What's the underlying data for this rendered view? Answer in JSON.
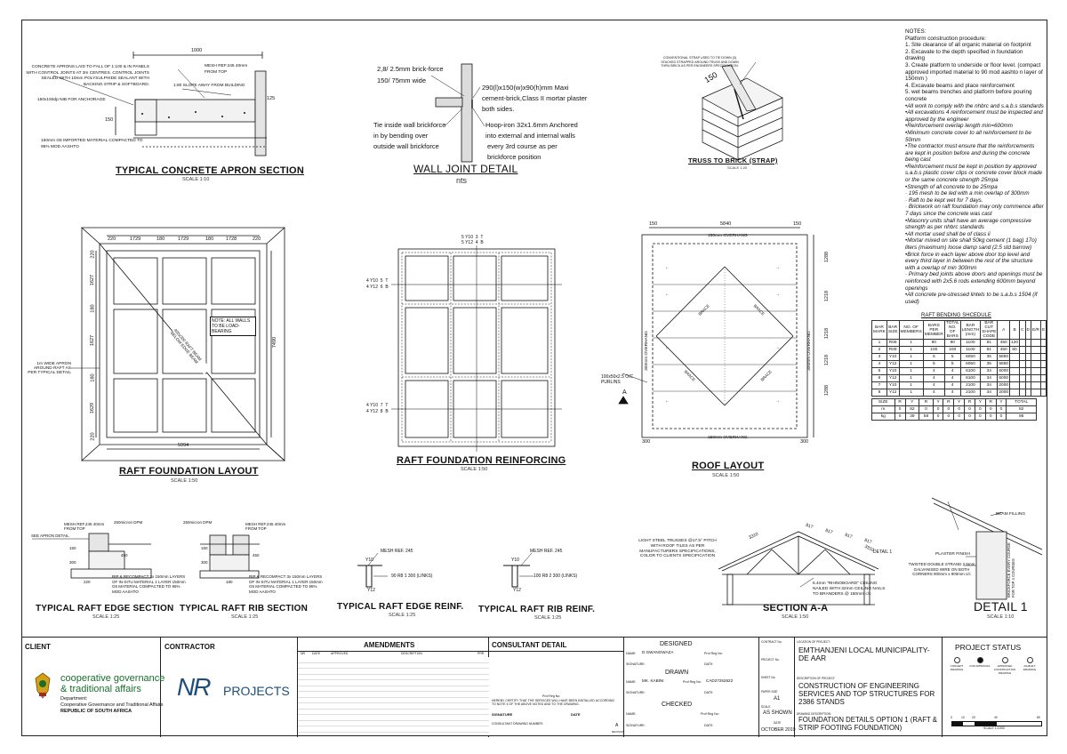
{
  "drawings": {
    "apron": {
      "title": "TYPICAL CONCRETE APRON SECTION",
      "scale": "SCALE 1:10",
      "dim_top": "1000",
      "dim_side": "150",
      "dim_right": "125",
      "labels": [
        "CONCRETE APRONS LAID TO FALL OF 1:100 & IN PANELS WITH CONTROL JOINTS AT 3m CENTRES. CONTROL JOINTS SEALED WITH 10mm POLYSULPHIDE SEALANT WITH BACKING STRIP & SOFTBOARD.",
        "MESH REF.245 40mm FROM TOP",
        "1:80 SLOPE AWAY FROM BUILDING",
        "150x150dp NIB FOR ANCHORAGE",
        "150mm G5 IMPORTED MATERIAL COMPACTED TO 95% MOD AASHTO"
      ]
    },
    "wall_joint": {
      "title": "WALL JOINT DETAIL",
      "scale": "nts",
      "labels": [
        "2,8/ 2.5mm brick-force",
        "150/ 75mm wide",
        "290(l)x150(w)x90(h)mm Maxi",
        "cement-brick,Class II mortar plaster",
        "both sides.",
        "Tie inside wall brickforce",
        "in by bending over",
        "outside wall brickforce",
        "Hoop-iron 32x1.6mm Anchored",
        "into external and internal walls",
        "every 3rd course as per",
        "brickforce position"
      ]
    },
    "truss": {
      "title": "TRUSS TO BRICK (STRAP)",
      "scale": "SCALE 1:20",
      "dim": "150",
      "labels": [
        "CONVENTIONAL STRAP USED TO TIE DOWN (3) STACKED STRAPPED AROUND TRUSS AND DOWN THRU BRICK AS PER ENGINEERS SPECIFICATION."
      ]
    },
    "raft_layout": {
      "title": "RAFT FOUNDATION LAYOUT",
      "scale": "SCALE 1:50",
      "top_dims": [
        "220",
        "1729",
        "180",
        "1729",
        "180",
        "1728",
        "220"
      ],
      "left_dims": [
        "220",
        "1627",
        "180",
        "1627",
        "180",
        "1629",
        "220"
      ],
      "bottom_dim": "5994",
      "right_dim": "7490",
      "note": "NOTE: ALL WALLS TO BE LOAD-BEARING",
      "diag_note": "400x300 RAFT BEAM BELOW EDGE BEAM",
      "apron_note": "1m WIDE APRON AROUND RAFT AS PER TYPICAL DETAIL"
    },
    "raft_reinforcing": {
      "title": "RAFT FOUNDATION REINFORCING",
      "scale": "SCALE 1:50",
      "top_tag": [
        "5 Y10",
        "3",
        "T"
      ],
      "top_tag2": [
        "5 Y12",
        "4",
        "B"
      ],
      "left_tags": [
        [
          "4 Y10",
          "5",
          "T"
        ],
        [
          "4 Y12",
          "6",
          "B"
        ],
        [
          "4 Y10",
          "7",
          "T"
        ],
        [
          "4 Y12",
          "8",
          "B"
        ]
      ]
    },
    "roof": {
      "title": "ROOF LAYOUT",
      "scale": "SCALE 1:50",
      "top_dims": [
        "150",
        "5840",
        "150"
      ],
      "overhang_top": "150mm OVERHANG",
      "overhang_bottom": "150mm OVERHANG",
      "overhang_left": "300mm OVERHANG",
      "overhang_right": "300mm OVERHANG",
      "right_dims": [
        "1288",
        "1218",
        "1218",
        "1218",
        "1288"
      ],
      "bottom_dims": [
        "300",
        "300"
      ],
      "purlin_note": "100x50x2.5 O/C PURLINS",
      "section_marker": "A",
      "brace_labels": [
        "BRACE",
        "BRACE",
        "BRACE",
        "BRACE"
      ]
    },
    "raft_edge": {
      "title": "TYPICAL RAFT EDGE SECTION",
      "scale": "SCALE 1:25",
      "labels": [
        "MESH REF.245 40mm FROM TOP",
        "250micron DPM",
        "SEE APRON DETAIL",
        "RIP & RECOMPACT 3x 150mm LAYERS OF IN-SITU MATERIAL 1 LAYER 150mm G5 MATERIAL COMPACTED TO 95% MOD AASHTO"
      ],
      "dims": [
        "150",
        "300",
        "220",
        "450"
      ]
    },
    "raft_rib": {
      "title": "TYPICAL RAFT RIB SECTION",
      "scale": "SCALE 1:25",
      "labels": [
        "250micron DPM",
        "MESH REF.245 40mm FROM TOP",
        "RIP & RECOMPACT 3x 150mm LAYERS OF IN-SITU MATERIAL 1 LAYER 150mm G5 MATERIAL COMPACTED TO 95% MOD AASHTO"
      ],
      "dims": [
        "150",
        "300",
        "180",
        "450"
      ]
    },
    "edge_reinf": {
      "title": "TYPICAL RAFT EDGE REINF.",
      "scale": "SCALE 1:25",
      "labels": [
        "MESH REF. 245",
        "Y10",
        "Y12",
        "90 R8    1   300 (LINKS)"
      ]
    },
    "rib_reinf": {
      "title": "TYPICAL RAFT RIB REINF.",
      "scale": "SCALE 1:25",
      "labels": [
        "MESH REF. 245",
        "Y10",
        "Y12",
        "100 R8    2   300 (LINKS)"
      ]
    },
    "section_aa": {
      "title": "SECTION A-A",
      "scale": "SCALE 1:50",
      "labels": [
        "LIGHT STEEL TRUSSES @17.5° PITCH WITH ROOF TILES AS PER MANUFACTURERS SPECIFICATIONS, COLOR TO CLIENTS SPECIFICATION",
        "DETAIL 1",
        "6.4mm \"RHINOBOARD\" CEILING NAILED WITH 32mm CEILING NAILS TO BRANDERS @ 150mm c/c"
      ],
      "dims": [
        "3310",
        "817",
        "817",
        "817",
        "817",
        "3310"
      ]
    },
    "detail1": {
      "title": "DETAIL 1",
      "scale": "SCALE 1:10",
      "labels": [
        "BEAM FILLING",
        "PLASTER FINISH",
        "TWISTED DOUBLE STRAND 2.5mm GALVANISED WIRE ON BOTH CORNERS 900mm x 900mm c/c",
        "BRICKFORCE EVERY COURSE FOR TOP 4 COURSES"
      ]
    }
  },
  "notes": {
    "heading": "NOTES:",
    "items": [
      "Platform construction procedure:",
      "1. Site clearance of all organic material on footprint",
      "2. Excavate to the depth specified in foundation drawing",
      "3. Create platform to underside or floor level. (compact approved imported material to 90 mod aashto n layer of 150mm )",
      "4. Excavate beams and place reinforcement",
      "5. wet beams trenches and platform before pouring concrete",
      "•All work to comply with the nhbrc and s.a.b.s standards",
      "•All excavations 4 reinforcement must be inspected and approved by the engineer",
      "•Reinforcement overlap length min=600mm",
      "•Minimum concrete cover to all reinforcement to be 50mm",
      "•The contractor must ensure that the reinforcements are kept in position before and during the concrete being cast",
      "•Reinforcement must be kept in position by approved s.a.b.s plastic cover clips or concrete cover block made or the same concrete strength 25mpa",
      "•Strength of all concrete to be 25mpa",
      "· 195 mesh to be led with a min overlap of 300mm",
      "· Raft to be kept wet for 7 days.",
      "· Brickwork on raft foundation may only commence after 7 days since the concrete was cast",
      "•Masonry units shall have an average compressive strength as per nhbrc standards",
      "•All mortar used shall be of class ii",
      "•Mortar mixed on site shall 50kg cement (1 bag) 17o) liters (maximum) loose damp sand (2.5 std barrow)",
      "•Brick force in each layer above door top level and every third layer in between the rest of the structure with a overlap of min 300mm",
      "· Primary bed joints above doors and openings must be reinforced with 2x5.6 rods extending 600mm beyond openings",
      "•All concrete pre-stressed lintels to be s.a.b.s 1504 (if used)"
    ]
  },
  "bending_schedule": {
    "title": "RAFT BENDING SHCEDULE",
    "headers": [
      "BAR MARK",
      "BAR SIZE",
      "NO. OF MEMBERS",
      "BARS PER MEMBER",
      "TOTAL NO. OF BARS",
      "BAR LENGTH (mm)",
      "BAR CUT SHAPE CODE",
      "A",
      "B",
      "C",
      "D",
      "E/R",
      "E"
    ],
    "rows": [
      [
        "1",
        "R08",
        "1",
        "90",
        "90",
        "1100",
        "81",
        "450",
        "120",
        "",
        "",
        "",
        ""
      ],
      [
        "2",
        "R08",
        "1",
        "100",
        "100",
        "1100",
        "81",
        "450",
        "80",
        "",
        "",
        "",
        ""
      ],
      [
        "3",
        "Y10",
        "1",
        "5",
        "5",
        "6050",
        "35",
        "5850",
        "",
        "",
        "",
        "",
        ""
      ],
      [
        "4",
        "Y12",
        "1",
        "5",
        "5",
        "6050",
        "35",
        "5850",
        "",
        "",
        "",
        "",
        ""
      ],
      [
        "5",
        "Y10",
        "1",
        "4",
        "4",
        "6100",
        "34",
        "6000",
        "",
        "",
        "",
        "",
        ""
      ],
      [
        "6",
        "Y12",
        "1",
        "4",
        "4",
        "6100",
        "34",
        "6000",
        "",
        "",
        "",
        "",
        ""
      ],
      [
        "7",
        "Y10",
        "1",
        "4",
        "4",
        "2100",
        "34",
        "2000",
        "",
        "",
        "",
        "",
        ""
      ],
      [
        "8",
        "Y12",
        "1",
        "4",
        "4",
        "2100",
        "34",
        "2000",
        "",
        "",
        "",
        "",
        ""
      ]
    ],
    "summary_headers": [
      "SIZE",
      "R",
      "Y",
      "R",
      "Y",
      "R",
      "Y",
      "R",
      "Y",
      "R",
      "Y",
      "TOTAL"
    ],
    "summary_rows": [
      [
        "m",
        "0",
        "82",
        "0",
        "0",
        "0",
        "0",
        "0",
        "0",
        "0",
        "0",
        "82"
      ],
      [
        "kg",
        "0",
        "39",
        "58",
        "0",
        "0",
        "0",
        "0",
        "0",
        "0",
        "0",
        "95"
      ]
    ]
  },
  "title_block": {
    "client_label": "CLIENT",
    "contractor_label": "CONTRACTOR",
    "amendments_label": "AMENDMENTS",
    "amend_headers": [
      "NR",
      "DATE",
      "APPROVED",
      "DESCRIPTION",
      "PRR"
    ],
    "consultant_label": "CONSULTANT DETAIL",
    "cogta_line1": "cooperative governance",
    "cogta_line2": "& traditional affairs",
    "cogta_dept": "Department:",
    "cogta_dept2": "Cooperative Governance and Traditional Affairs",
    "cogta_rsa": "REPUBLIC OF SOUTH AFRICA",
    "contractor_logo": "NR",
    "contractor_name": "PROJECTS",
    "designed_label": "DESIGNED",
    "designed_name": "D.GWANGWAZA",
    "drawn_label": "DRAWN",
    "drawn_name": "MK. KABINI",
    "drawn_reg": "CAD27252822",
    "checked_label": "CHECKED",
    "name_label": "NAME:",
    "signature_label": "SIGNATURE:",
    "date_label": "DATE:",
    "prof_reg": "Prof Reg No:",
    "certify": "HEREBY CERTIFY THAT THE SERVICES WILL HAVE BEEN INSTALLED ACCORDING TO NOTE 4 OF THE ABOVE NOTED AND TO THE DRAWING.",
    "signature": "SIGNATURE",
    "date": "DATE",
    "consultant_number": "CONSULTANT DRAWING NUMBER:",
    "revision_letter": "A",
    "revision_label": "REVISION",
    "contract_no": "CONTRACT No.",
    "project_no": "PROJECT No.",
    "sheet_no": "SHEET No.",
    "paper_size_label": "PAPER SIZE",
    "paper_size": "A1",
    "scale_label": "SCALE",
    "scale_value": "AS SHOWN",
    "date_label2": "DATE",
    "date_value": "OCTOBER 2019",
    "location_label": "LOCATION OF PROJECT:",
    "location": "EMTHANJENI LOCAL MUNICIPALITY- DE AAR",
    "description_label": "DESCRIPTION OF PROJECT:",
    "description": "CONSTRUCTION OF ENGINEERING SERVICES AND TOP STRUCTURES FOR 2386 STANDS",
    "drawing_desc_label": "DRAWING DESCRIPTION:",
    "drawing_desc": "FOUNDATION DETAILS OPTION 1 (RAFT & STRIP FOOTING FOUNDATION)",
    "status_label": "PROJECT STATUS",
    "status_items": [
      "CONCEPT DRAWING",
      "FOR APPROVAL",
      "APPROVED CONSTRUCTION DRAWING",
      "AS-BUILT DRAWING"
    ],
    "status_selected": 1,
    "scale_bar_ticks": [
      "0",
      "10",
      "20",
      "40",
      "80"
    ],
    "scale_bar_label": "SCALE 1:1000"
  }
}
